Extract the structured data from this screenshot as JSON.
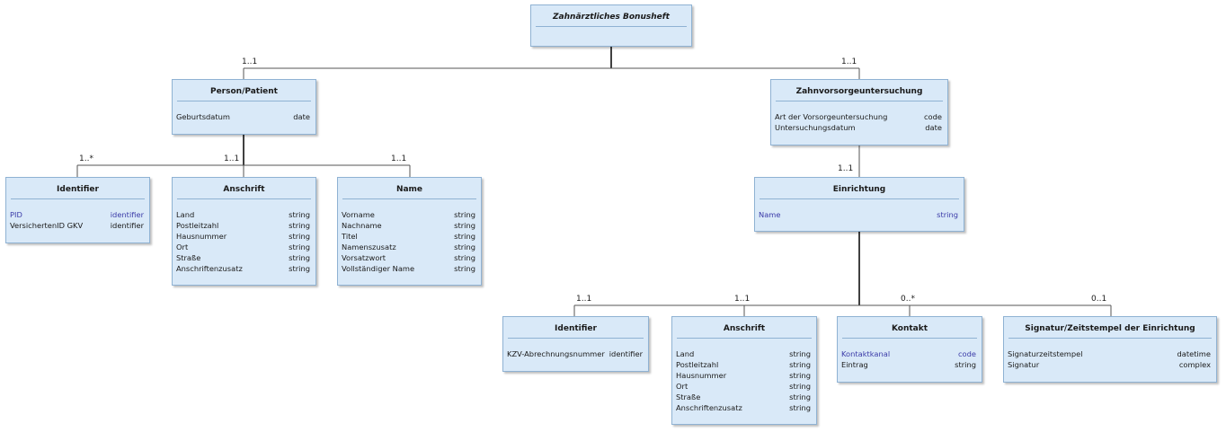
{
  "diagram": {
    "root": {
      "title": "Zahnärztliches Bonusheft"
    },
    "person": {
      "title": "Person/Patient",
      "attrs": [
        {
          "name": "Geburtsdatum",
          "type": "date"
        }
      ],
      "multiplicity": "1..1"
    },
    "vorsorge": {
      "title": "Zahnvorsorgeuntersuchung",
      "attrs": [
        {
          "name": "Art der Vorsorgeuntersuchung",
          "type": "code"
        },
        {
          "name": "Untersuchungsdatum",
          "type": "date"
        }
      ],
      "multiplicity": "1..1"
    },
    "identifier_person": {
      "title": "Identifier",
      "attrs": [
        {
          "name": "PID",
          "type": "identifier",
          "link": true
        },
        {
          "name": "VersichertenID GKV",
          "type": "identifier"
        }
      ],
      "multiplicity": "1..*"
    },
    "anschrift_person": {
      "title": "Anschrift",
      "attrs": [
        {
          "name": "Land",
          "type": "string"
        },
        {
          "name": "Postleitzahl",
          "type": "string"
        },
        {
          "name": "Hausnummer",
          "type": "string"
        },
        {
          "name": "Ort",
          "type": "string"
        },
        {
          "name": "Straße",
          "type": "string"
        },
        {
          "name": "Anschriftenzusatz",
          "type": "string"
        }
      ],
      "multiplicity": "1..1"
    },
    "name": {
      "title": "Name",
      "attrs": [
        {
          "name": "Vorname",
          "type": "string"
        },
        {
          "name": "Nachname",
          "type": "string"
        },
        {
          "name": "Titel",
          "type": "string"
        },
        {
          "name": "Namenszusatz",
          "type": "string"
        },
        {
          "name": "Vorsatzwort",
          "type": "string"
        },
        {
          "name": "Vollständiger Name",
          "type": "string"
        }
      ],
      "multiplicity": "1..1"
    },
    "einrichtung": {
      "title": "Einrichtung",
      "attrs": [
        {
          "name": "Name",
          "type": "string",
          "link": true
        }
      ],
      "multiplicity": "1..1"
    },
    "identifier_einr": {
      "title": "Identifier",
      "attrs": [
        {
          "name": "KZV-Abrechnungsnummer",
          "type": "identifier"
        }
      ],
      "multiplicity": "1..1"
    },
    "anschrift_einr": {
      "title": "Anschrift",
      "attrs": [
        {
          "name": "Land",
          "type": "string"
        },
        {
          "name": "Postleitzahl",
          "type": "string"
        },
        {
          "name": "Hausnummer",
          "type": "string"
        },
        {
          "name": "Ort",
          "type": "string"
        },
        {
          "name": "Straße",
          "type": "string"
        },
        {
          "name": "Anschriftenzusatz",
          "type": "string"
        }
      ],
      "multiplicity": "1..1"
    },
    "kontakt": {
      "title": "Kontakt",
      "attrs": [
        {
          "name": "Kontaktkanal",
          "type": "code",
          "link": true
        },
        {
          "name": "Eintrag",
          "type": "string"
        }
      ],
      "multiplicity": "0..*"
    },
    "signatur": {
      "title": "Signatur/Zeitstempel der Einrichtung",
      "attrs": [
        {
          "name": "Signaturzeitstempel",
          "type": "datetime"
        },
        {
          "name": "Signatur",
          "type": "complex"
        }
      ],
      "multiplicity": "0..1"
    }
  },
  "colors": {
    "box_fill": "#d9e9f8",
    "box_border": "#8fb2d3",
    "link_text": "#3b3ba8",
    "connector": "#000000"
  }
}
